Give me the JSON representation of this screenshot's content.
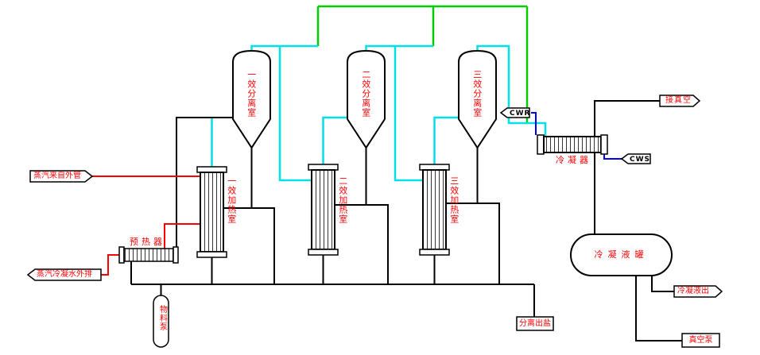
{
  "diagram": {
    "type": "triple-effect evaporator process flow diagram",
    "colors": {
      "steam_red": "#ff0000",
      "vapor_cyan": "#00e0e8",
      "vapor_green": "#00cc00",
      "water_blue": "#0000ee",
      "line_black": "#000000",
      "label_red": "#ff0000"
    },
    "equipment": {
      "effect1_separator": "一效分离室",
      "effect2_separator": "二效分离室",
      "effect3_separator": "三效分离室",
      "effect1_heater": "一效加热室",
      "effect2_heater": "二效加热室",
      "effect3_heater": "三效加热室",
      "preheater": "预热器",
      "condenser": "冷凝器",
      "condensate_tank": "冷凝液罐",
      "feed_pump": "物料泵",
      "vacuum_pump": "真空泵"
    },
    "streams": {
      "steam_inlet": "蒸汽来自外管",
      "steam_condensate_outlet": "蒸汽冷凝水外排",
      "cooling_water_return": "CWR",
      "cooling_water_supply": "CWS",
      "vacuum_connection": "接真空",
      "condensate_outlet": "冷凝液出",
      "salt_discharge": "分离出盐"
    }
  }
}
